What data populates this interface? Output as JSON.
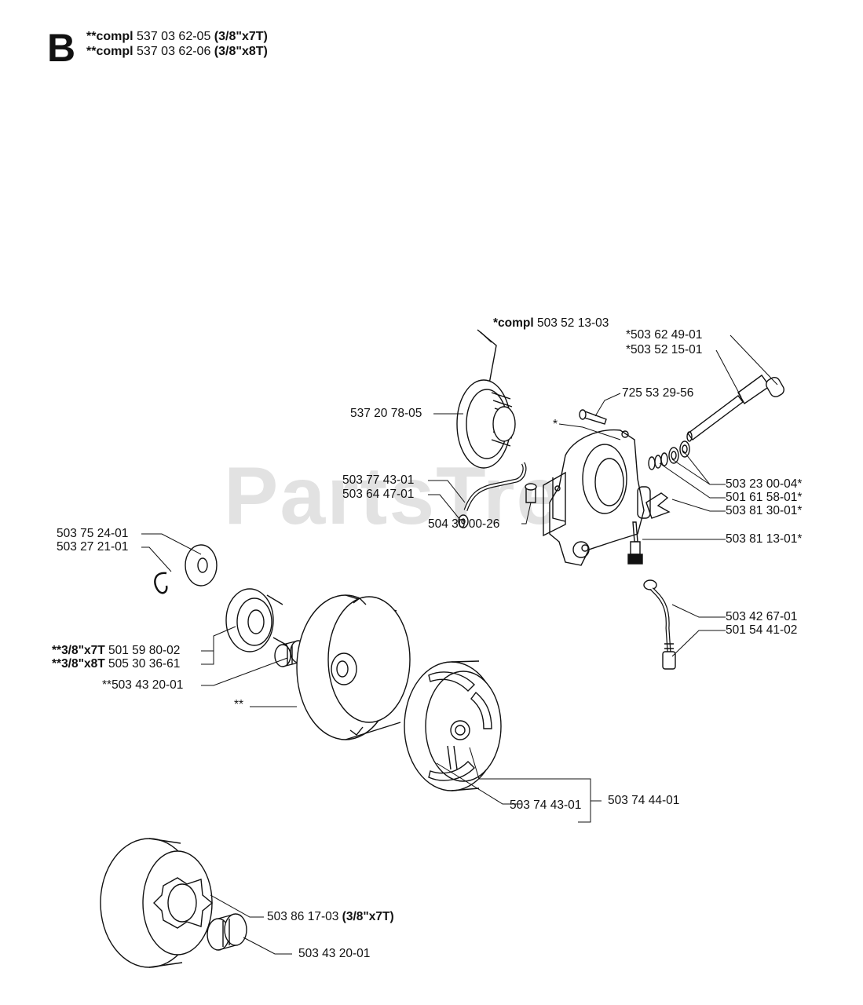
{
  "section": "B",
  "header": {
    "line1": {
      "prefix": "**compl",
      "number": "537 03 62-05",
      "variant": "(3/8\"x7T)"
    },
    "line2": {
      "prefix": "**compl",
      "number": "537 03 62-06",
      "variant": "(3/8\"x8T)"
    }
  },
  "pump_kit": {
    "prefix": "*compl",
    "number": "503 52 13-03"
  },
  "watermark": "PartsTree",
  "parts": {
    "p5036249": "*503 62 49-01",
    "p5035215": "*503 52 15-01",
    "p7255329": "725 53 29-56",
    "p5372078": "537 20 78-05",
    "star": "*",
    "p5037743": "503 77 43-01",
    "p5036447": "503 64 47-01",
    "p5032300": "503 23 00-04*",
    "p5016158": "501 61 58-01*",
    "p5038130": "503 81 30-01*",
    "p5043000": "504 30 00-26",
    "p5038113": "503 81 13-01*",
    "p5037524": "503 75 24-01",
    "p5032721": "503 27 21-01",
    "p5034267": "503 42 67-01",
    "p5015441": "501 54 41-02",
    "v7t_prefix": "**3/8\"x7T",
    "p5015980": "501 59 80-02",
    "v8t_prefix": "**3/8\"x8T",
    "p5053036": "505 30 36-61",
    "p5034320a": "**503 43 20-01",
    "dstar": "**",
    "p5037443": "503 74 43-01",
    "p5037444": "503 74 44-01",
    "p5038617": "503 86 17-03",
    "v7t_suffix": "(3/8\"x7T)",
    "p5034320b": "503 43 20-01"
  }
}
